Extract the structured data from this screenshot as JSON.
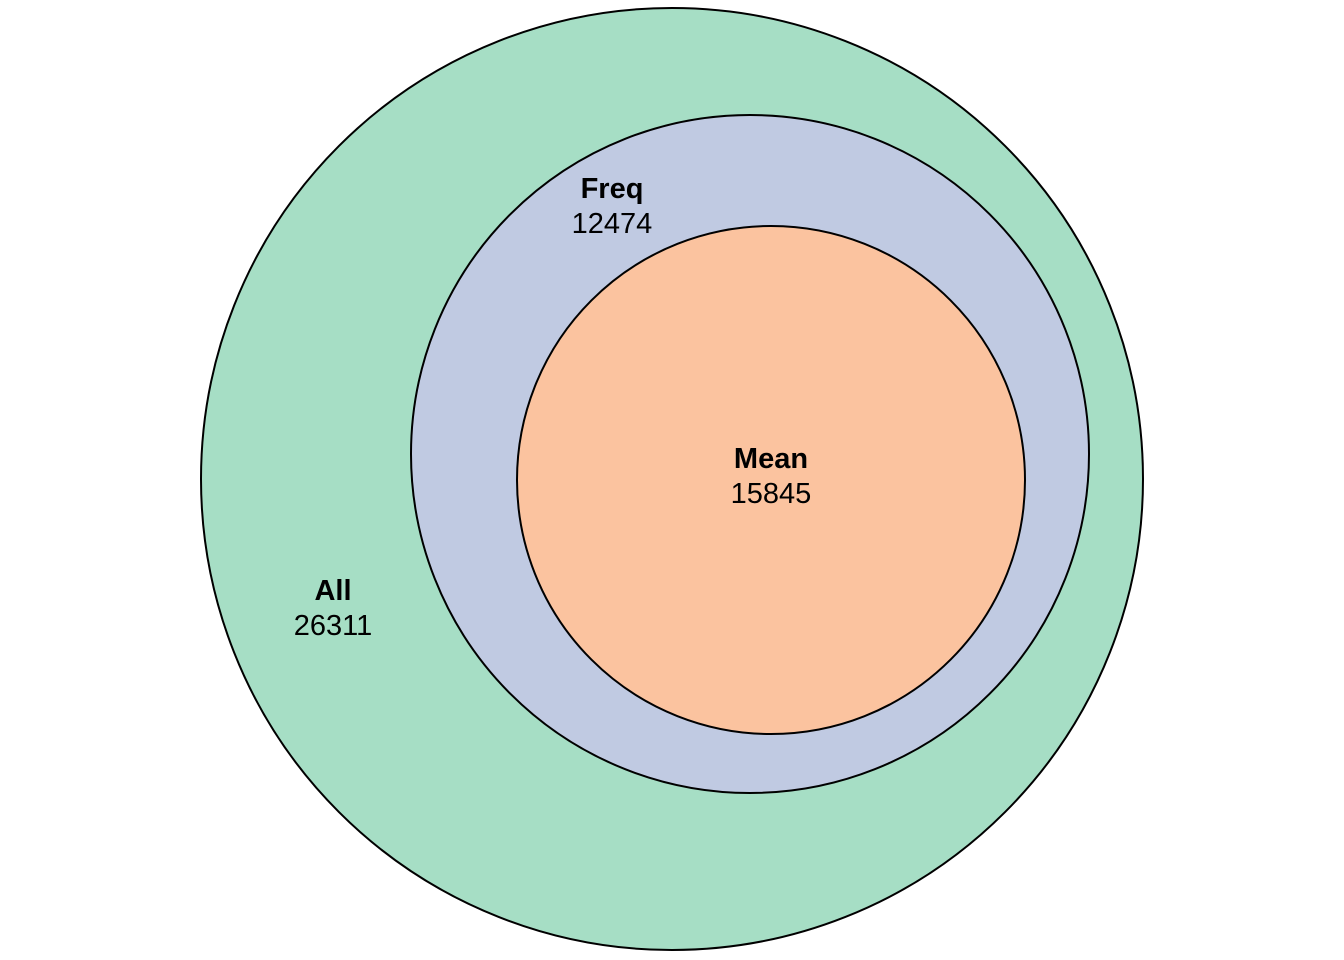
{
  "diagram": {
    "type": "nested-euler",
    "sets": [
      {
        "id": "all",
        "name": "All",
        "count": "26311",
        "color": "#a6dec5"
      },
      {
        "id": "freq",
        "name": "Freq",
        "count": "12474",
        "color": "#c0cae2"
      },
      {
        "id": "mean",
        "name": "Mean",
        "count": "15845",
        "color": "#fbc39f"
      }
    ],
    "outline_color": "#000000"
  }
}
